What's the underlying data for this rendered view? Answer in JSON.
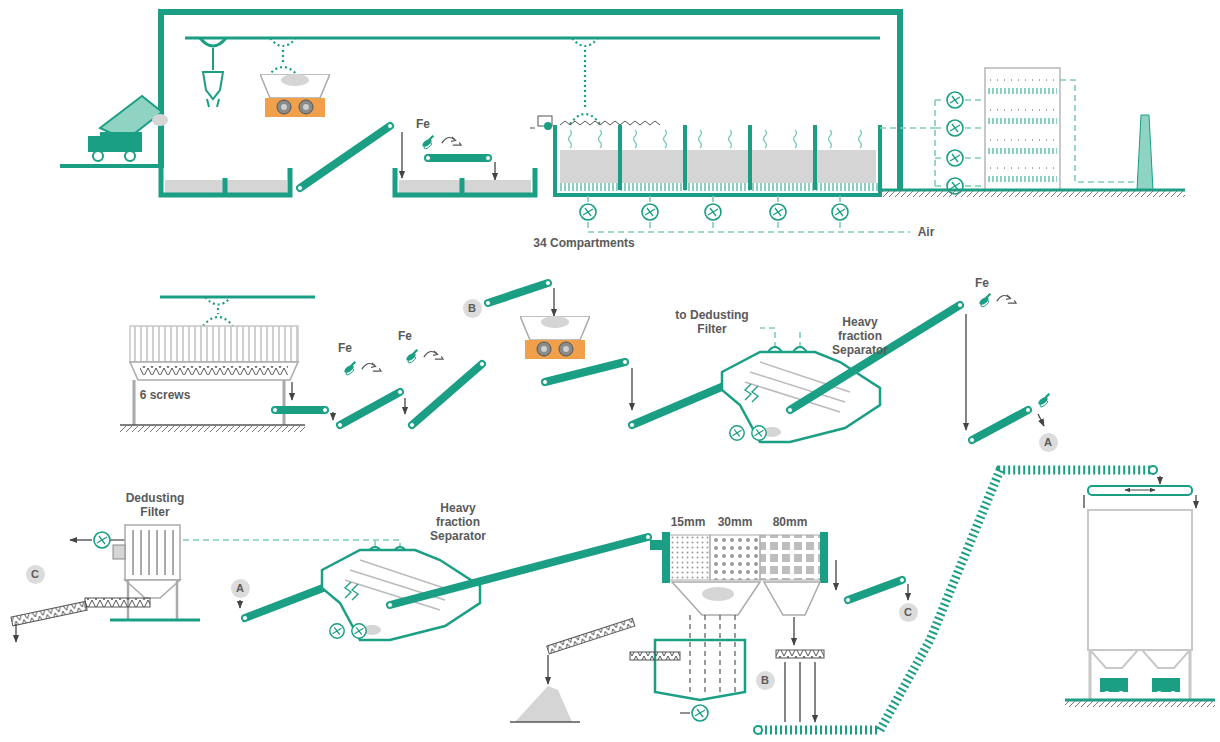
{
  "diagram": {
    "nodes": [
      {
        "text": [
          "B"
        ]
      },
      {
        "text": [
          "A"
        ]
      },
      {
        "text": [
          "C"
        ]
      },
      {
        "text": [
          "A"
        ]
      },
      {
        "text": [
          "C"
        ]
      },
      {
        "text": [
          "B"
        ]
      }
    ],
    "labels": [
      "Fe",
      "34 Compartments",
      "Air",
      "6 screws",
      "Fe",
      "Fe",
      "to Dedusting Filter",
      "Heavy fraction Separator",
      "Fe",
      "Dedusting Filter",
      "Heavy fraction Separator",
      "15mm",
      "30mm",
      "80mm"
    ]
  }
}
